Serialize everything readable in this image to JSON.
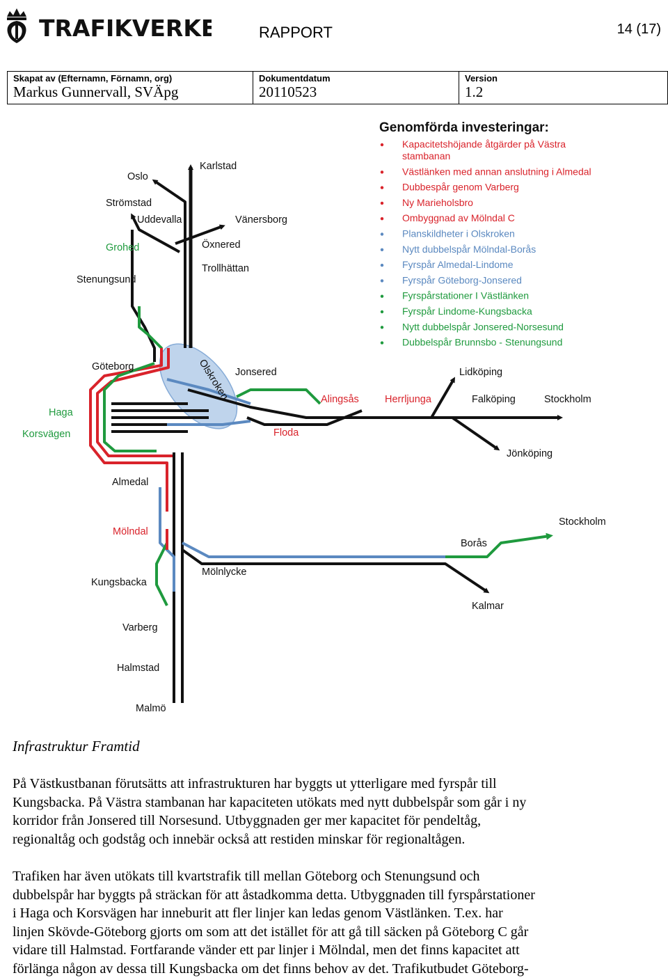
{
  "header": {
    "logo_text": "TRAFIKVERKET",
    "report_label": "RAPPORT",
    "page_number": "14 (17)"
  },
  "meta": {
    "author_label": "Skapat av (Efternamn, Förnamn, org)",
    "author_value": "Markus Gunnervall, SVÄpg",
    "date_label": "Dokumentdatum",
    "date_value": "20110523",
    "version_label": "Version",
    "version_value": "1.2"
  },
  "diagram": {
    "colors": {
      "red": "#d9232b",
      "green": "#1f9a3e",
      "blue": "#5b89c0",
      "black": "#111111",
      "ellipse": "#b9d0ea"
    },
    "investments_title": "Genomförda investeringar:",
    "investments": [
      {
        "text": "Kapacitetshöjande åtgärder på Västra",
        "text2": "stambanan",
        "color": "red"
      },
      {
        "text": "Västlänken med annan anslutning i Almedal",
        "color": "red"
      },
      {
        "text": "Dubbespår genom Varberg",
        "color": "red"
      },
      {
        "text": "Ny Marieholsbro",
        "color": "red"
      },
      {
        "text": "Ombyggnad av Mölndal C",
        "color": "red"
      },
      {
        "text": "Planskildheter i Olskroken",
        "color": "blue"
      },
      {
        "text": "Nytt dubbelspår  Mölndal-Borås",
        "color": "blue"
      },
      {
        "text": "Fyrspår Almedal-Lindome",
        "color": "blue"
      },
      {
        "text": "Fyrspår Göteborg-Jonsered",
        "color": "blue"
      },
      {
        "text": "Fyrspårstationer I Västlänken",
        "color": "green"
      },
      {
        "text": "Fyrspår Lindome-Kungsbacka",
        "color": "green"
      },
      {
        "text": "Nytt dubbelspår Jonsered-Norsesund",
        "color": "green"
      },
      {
        "text": "Dubbelspår Brunnsbo - Stenungsund",
        "color": "green"
      }
    ],
    "stations": {
      "oslo": "Oslo",
      "karlstad": "Karlstad",
      "stromstad": "Strömstad",
      "uddevalla": "Uddevalla",
      "vanersborg": "Vänersborg",
      "grohed": "Grohed",
      "oxnered": "Öxnered",
      "trollhattan": "Trollhättan",
      "stenungsund": "Stenungsund",
      "goteborg": "Göteborg",
      "olskroken": "Olskroken",
      "jonsered": "Jonsered",
      "alingsas": "Alingsås",
      "herrljunga": "Herrljunga",
      "lidkoping": "Lidköping",
      "falkoping": "Falköping",
      "stockholm1": "Stockholm",
      "haga": "Haga",
      "korsvagen": "Korsvägen",
      "floda": "Floda",
      "jonkoping": "Jönköping",
      "almedal": "Almedal",
      "molndal": "Mölndal",
      "stockholm2": "Stockholm",
      "boras": "Borås",
      "kungsbacka": "Kungsbacka",
      "molnlycke": "Mölnlycke",
      "kalmar": "Kalmar",
      "varberg": "Varberg",
      "halmstad": "Halmstad",
      "malmo": "Malmö"
    }
  },
  "body": {
    "caption": "Infrastruktur Framtid",
    "para1": [
      "På Västkustbanan förutsätts att infrastrukturen har byggts ut ytterligare med fyrspår till",
      "Kungsbacka. På Västra stambanan har kapaciteten utökats med nytt dubbelspår som går i ny",
      "korridor från Jonsered till Norsesund. Utbyggnaden ger mer kapacitet för pendeltåg,",
      "regionaltåg och godståg och innebär också att restiden minskar för regionaltågen."
    ],
    "para2": [
      "Trafiken har även utökats till kvartstrafik till mellan Göteborg och Stenungsund och",
      "dubbelspår har byggts på sträckan för att åstadkomma detta. Utbyggnaden till fyrspårstationer",
      "i Haga och Korsvägen har inneburit att fler linjer kan ledas genom Västlänken. T.ex. har",
      "linjen Skövde-Göteborg gjorts om som att det istället för att gå till säcken på Göteborg C går",
      "vidare till Halmstad. Fortfarande vänder ett par linjer i Mölndal, men det finns kapacitet att",
      "förlänga någon av dessa till Kungsbacka om det finns behov av det. Trafikutbudet Göteborg-"
    ]
  }
}
